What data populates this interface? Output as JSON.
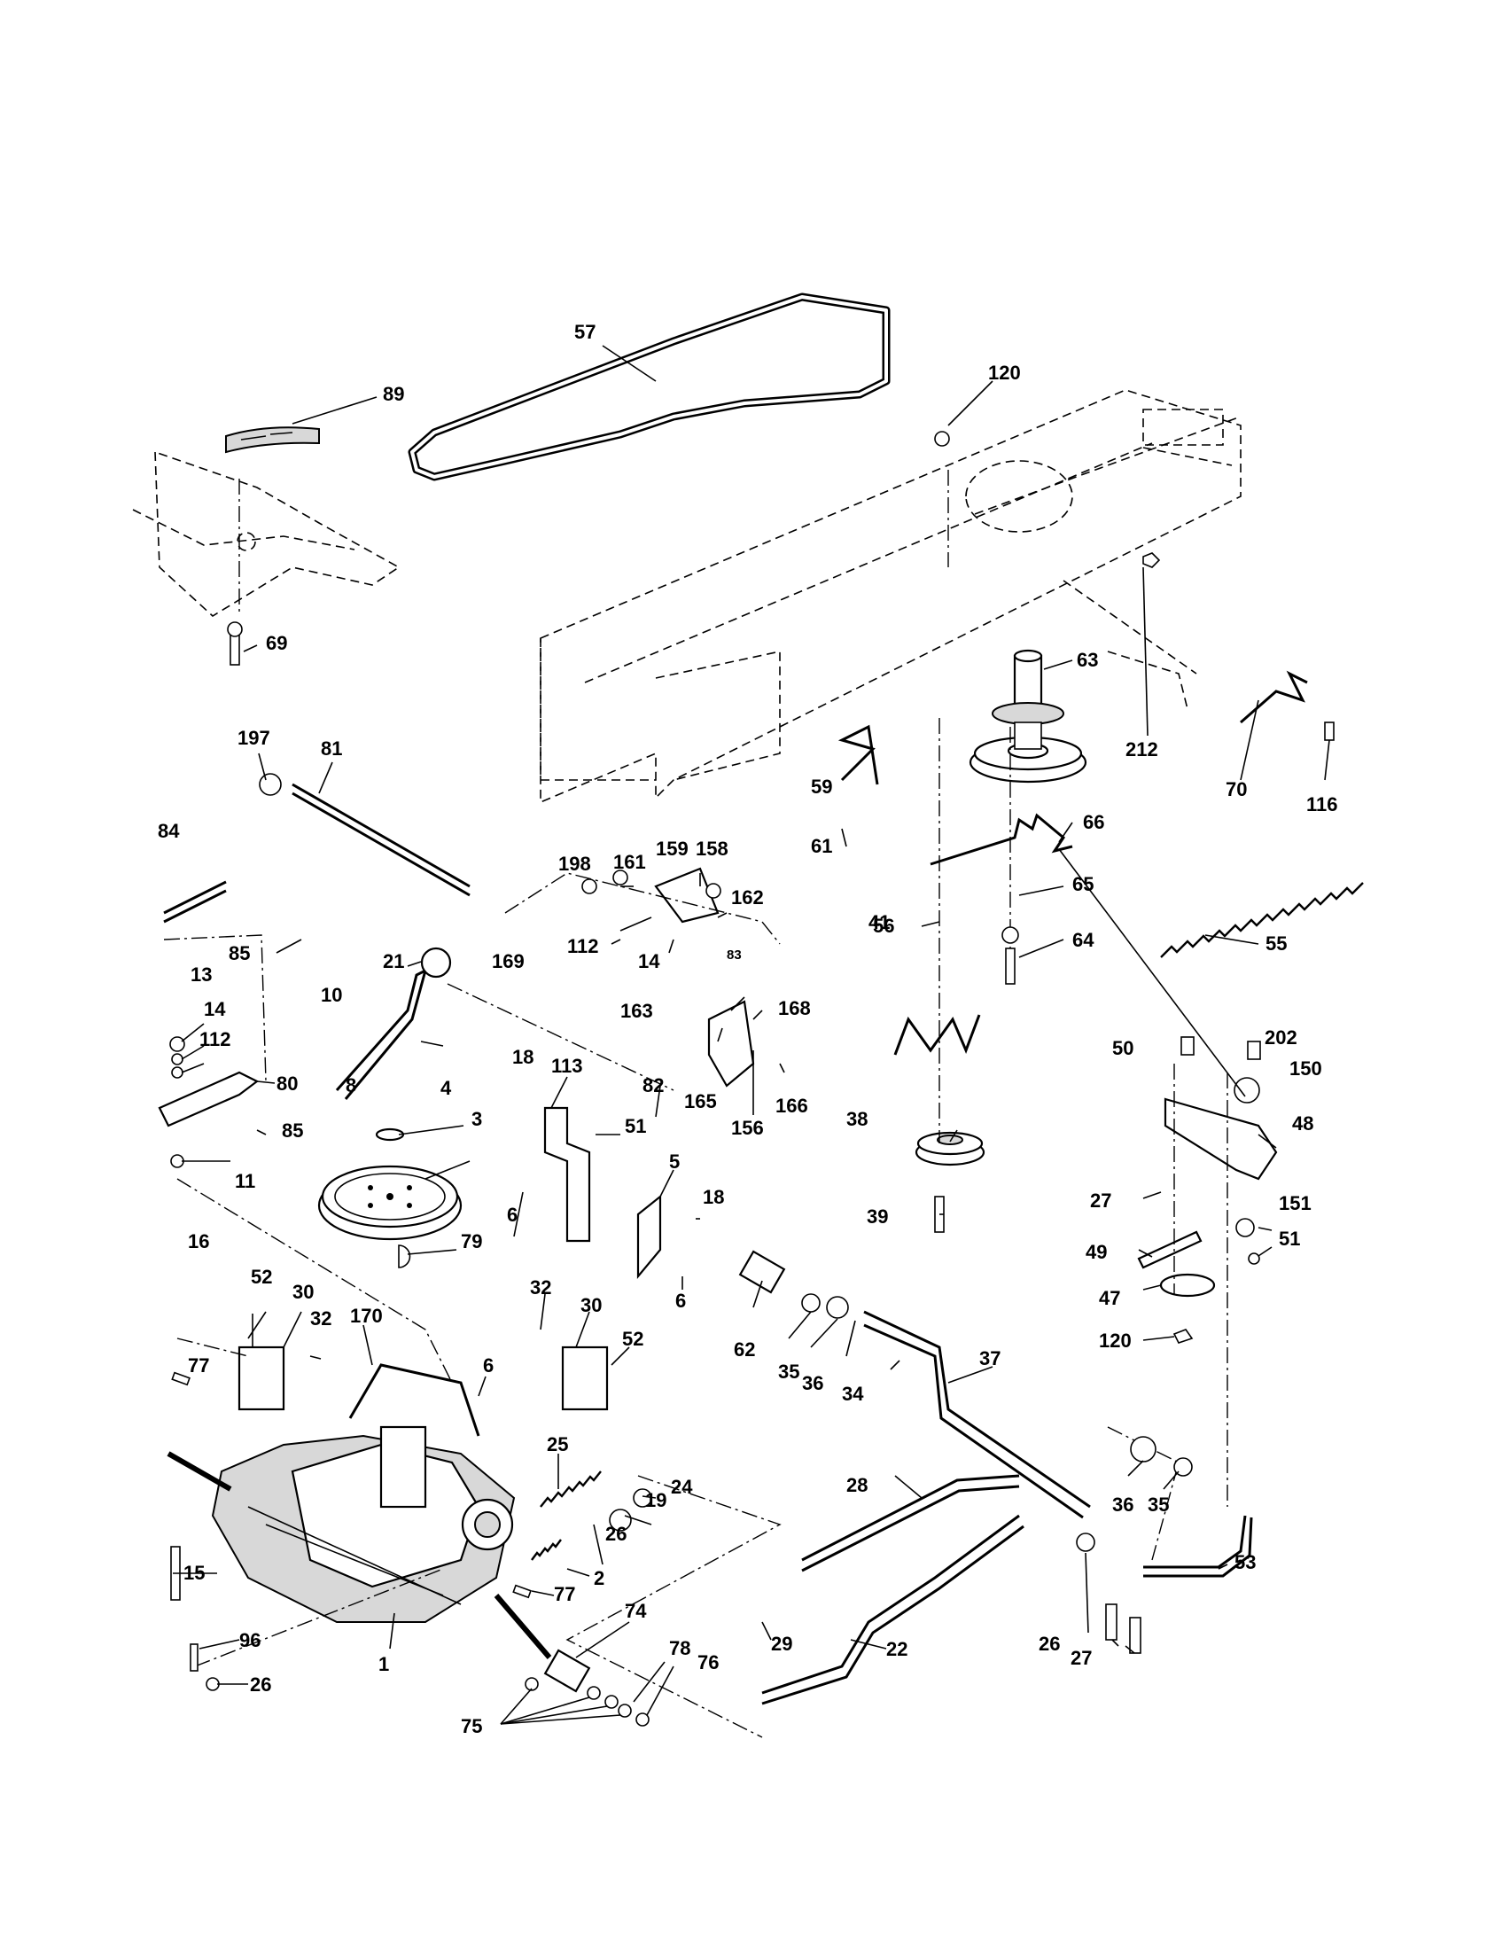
{
  "callouts": [
    {
      "id": "c57",
      "text": "57"
    },
    {
      "id": "c120a",
      "text": "120"
    },
    {
      "id": "c89",
      "text": "89"
    },
    {
      "id": "c69",
      "text": "69"
    },
    {
      "id": "c63",
      "text": "63"
    },
    {
      "id": "c212",
      "text": "212"
    },
    {
      "id": "c70",
      "text": "70"
    },
    {
      "id": "c116",
      "text": "116"
    },
    {
      "id": "c197",
      "text": "197"
    },
    {
      "id": "c81",
      "text": "81"
    },
    {
      "id": "c59",
      "text": "59"
    },
    {
      "id": "c61",
      "text": "61"
    },
    {
      "id": "c66",
      "text": "66"
    },
    {
      "id": "c84",
      "text": "84"
    },
    {
      "id": "c198",
      "text": "198"
    },
    {
      "id": "c161",
      "text": "161"
    },
    {
      "id": "c159",
      "text": "159"
    },
    {
      "id": "c158",
      "text": "158"
    },
    {
      "id": "c162",
      "text": "162"
    },
    {
      "id": "c65",
      "text": "65"
    },
    {
      "id": "c56",
      "text": "56"
    },
    {
      "id": "c64",
      "text": "64"
    },
    {
      "id": "c55",
      "text": "55"
    },
    {
      "id": "c85a",
      "text": "85"
    },
    {
      "id": "c21",
      "text": "21"
    },
    {
      "id": "c169",
      "text": "169"
    },
    {
      "id": "c112a",
      "text": "112"
    },
    {
      "id": "c14a",
      "text": "14"
    },
    {
      "id": "c83",
      "text": "83"
    },
    {
      "id": "c41",
      "text": "41"
    },
    {
      "id": "c13",
      "text": "13"
    },
    {
      "id": "c10",
      "text": "10"
    },
    {
      "id": "c163",
      "text": "163"
    },
    {
      "id": "c168",
      "text": "168"
    },
    {
      "id": "c14b",
      "text": "14"
    },
    {
      "id": "c112b",
      "text": "112"
    },
    {
      "id": "c50",
      "text": "50"
    },
    {
      "id": "c202",
      "text": "202"
    },
    {
      "id": "c150",
      "text": "150"
    },
    {
      "id": "c18a",
      "text": "18"
    },
    {
      "id": "c113",
      "text": "113"
    },
    {
      "id": "c8",
      "text": "8"
    },
    {
      "id": "c80",
      "text": "80"
    },
    {
      "id": "c82",
      "text": "82"
    },
    {
      "id": "c165",
      "text": "165"
    },
    {
      "id": "c156",
      "text": "156"
    },
    {
      "id": "c166",
      "text": "166"
    },
    {
      "id": "c4",
      "text": "4"
    },
    {
      "id": "c85b",
      "text": "85"
    },
    {
      "id": "c51a",
      "text": "51"
    },
    {
      "id": "c38",
      "text": "38"
    },
    {
      "id": "c48",
      "text": "48"
    },
    {
      "id": "c3",
      "text": "3"
    },
    {
      "id": "c11",
      "text": "11"
    },
    {
      "id": "c5",
      "text": "5"
    },
    {
      "id": "c27a",
      "text": "27"
    },
    {
      "id": "c151",
      "text": "151"
    },
    {
      "id": "c18b",
      "text": "18"
    },
    {
      "id": "c6a",
      "text": "6"
    },
    {
      "id": "c39",
      "text": "39"
    },
    {
      "id": "c51b",
      "text": "51"
    },
    {
      "id": "c79",
      "text": "79"
    },
    {
      "id": "c49",
      "text": "49"
    },
    {
      "id": "c16",
      "text": "16"
    },
    {
      "id": "c52a",
      "text": "52"
    },
    {
      "id": "c30a",
      "text": "30"
    },
    {
      "id": "c32a",
      "text": "32"
    },
    {
      "id": "c6b",
      "text": "6"
    },
    {
      "id": "c47",
      "text": "47"
    },
    {
      "id": "c32b",
      "text": "32"
    },
    {
      "id": "c30b",
      "text": "30"
    },
    {
      "id": "c52b",
      "text": "52"
    },
    {
      "id": "c170",
      "text": "170"
    },
    {
      "id": "c62",
      "text": "62"
    },
    {
      "id": "c35a",
      "text": "35"
    },
    {
      "id": "c36a",
      "text": "36"
    },
    {
      "id": "c34",
      "text": "34"
    },
    {
      "id": "c37",
      "text": "37"
    },
    {
      "id": "c120b",
      "text": "120"
    },
    {
      "id": "c77a",
      "text": "77"
    },
    {
      "id": "c6c",
      "text": "6"
    },
    {
      "id": "c25",
      "text": "25"
    },
    {
      "id": "c19",
      "text": "19"
    },
    {
      "id": "c24",
      "text": "24"
    },
    {
      "id": "c28",
      "text": "28"
    },
    {
      "id": "c36b",
      "text": "36"
    },
    {
      "id": "c35b",
      "text": "35"
    },
    {
      "id": "c26a",
      "text": "26"
    },
    {
      "id": "c2",
      "text": "2"
    },
    {
      "id": "c53",
      "text": "53"
    },
    {
      "id": "c15",
      "text": "15"
    },
    {
      "id": "c77b",
      "text": "77"
    },
    {
      "id": "c74",
      "text": "74"
    },
    {
      "id": "c96",
      "text": "96"
    },
    {
      "id": "c29",
      "text": "29"
    },
    {
      "id": "c22",
      "text": "22"
    },
    {
      "id": "c26b",
      "text": "26"
    },
    {
      "id": "c27b",
      "text": "27"
    },
    {
      "id": "c78",
      "text": "78"
    },
    {
      "id": "c76",
      "text": "76"
    },
    {
      "id": "c1",
      "text": "1"
    },
    {
      "id": "c26c",
      "text": "26"
    },
    {
      "id": "c75",
      "text": "75"
    }
  ]
}
